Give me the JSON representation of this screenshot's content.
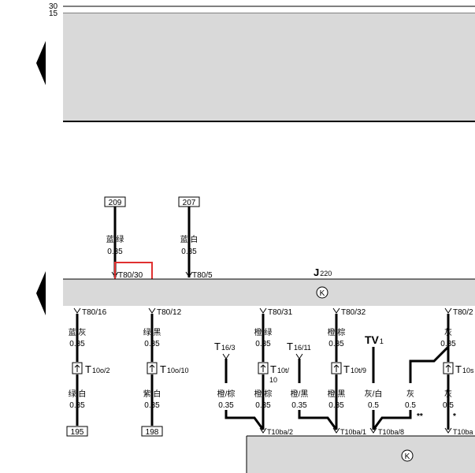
{
  "rails": {
    "r30": "30",
    "r15": "15"
  },
  "top_refs": [
    {
      "num": "209",
      "color": "蓝/绿",
      "size": "0.35",
      "pin": "T80/30"
    },
    {
      "num": "207",
      "color": "蓝/白",
      "size": "0.35",
      "pin": "T80/5"
    }
  ],
  "ecu": {
    "name": "J",
    "sub": "220"
  },
  "mid_pins": [
    "T80/16",
    "T80/12",
    "T80/31",
    "T80/32",
    "T80/2"
  ],
  "connectors": {
    "c1": {
      "main": "T",
      "sub": "10o/2"
    },
    "c2": {
      "main": "T",
      "sub": "10o/10"
    },
    "t16_3": {
      "main": "T",
      "sub": "16/3"
    },
    "c3": {
      "main": "T",
      "sub": "10t/",
      "sub2": "10"
    },
    "t16_11": {
      "main": "T",
      "sub": "16/11"
    },
    "c4": {
      "main": "T",
      "sub": "10t/9"
    },
    "c5": {
      "main": "T",
      "sub": "10s"
    },
    "tv": {
      "main": "TV",
      "sub": "1"
    }
  },
  "wires": {
    "w1_top": {
      "color": "蓝/灰",
      "size": "0.35"
    },
    "w1_bot": {
      "color": "绿/白",
      "size": "0.35"
    },
    "w2_top": {
      "color": "绿/黑",
      "size": "0.35"
    },
    "w2_bot": {
      "color": "紫/白",
      "size": "0.35"
    },
    "w3": {
      "color": "橙/棕",
      "size": "0.35"
    },
    "w4_top": {
      "color": "橙/绿",
      "size": "0.35"
    },
    "w4_bot": {
      "color": "橙/棕",
      "size": "0.35"
    },
    "w5": {
      "color": "橙/黑",
      "size": "0.35"
    },
    "w6_top": {
      "color": "橙/棕",
      "size": "0.35"
    },
    "w6_bot": {
      "color": "橙/黑",
      "size": "0.35"
    },
    "w7": {
      "color": "灰/白",
      "size": "0.5"
    },
    "w8": {
      "color": "灰",
      "size": "0.5"
    },
    "w9_top": {
      "color": "灰",
      "size": "0.35"
    },
    "w9_bot": {
      "color": "灰",
      "size": "0.5"
    }
  },
  "bottom_refs": [
    "195",
    "198"
  ],
  "bottom_pins": [
    "T10ba/2",
    "T10ba/1",
    "T10ba/8",
    "T10ba"
  ],
  "marks": {
    "double_star": "**",
    "star": "*"
  },
  "symbols": {
    "ground_k": "K"
  },
  "colors": {
    "module_fill": "#d9d9d9",
    "line": "#000000",
    "highlight": "#e03030"
  }
}
